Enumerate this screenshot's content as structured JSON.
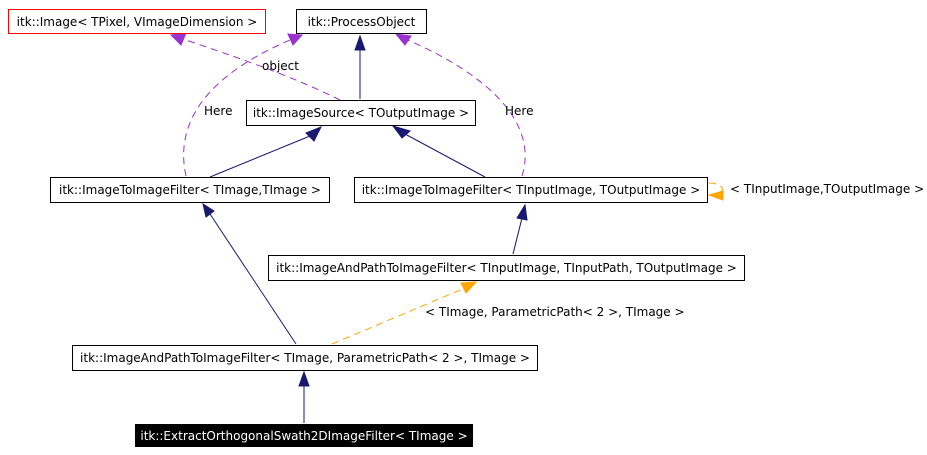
{
  "colors": {
    "inheritance": "#191970",
    "usage": "#9a32cd",
    "template": "#ffa500",
    "highlight_box": "#ff0000"
  },
  "nodes": {
    "image": "itk::Image< TPixel, VImageDimension >",
    "process_object": "itk::ProcessObject",
    "image_source": "itk::ImageSource< TOutputImage >",
    "i2i_timage": "itk::ImageToImageFilter< TImage,TImage >",
    "i2i_input_output": "itk::ImageToImageFilter< TInputImage, TOutputImage >",
    "ap2i_generic": "itk::ImageAndPathToImageFilter< TInputImage, TInputPath, TOutputImage >",
    "ap2i_param": "itk::ImageAndPathToImageFilter< TImage, ParametricPath< 2 >, TImage >",
    "extract": "itk::ExtractOrthogonalSwath2DImageFilter< TImage >"
  },
  "edge_labels": {
    "object": "object",
    "here_left": "Here",
    "here_right": "Here",
    "self_template": "< TInputImage,TOutputImage >",
    "param_template": "< TImage, ParametricPath< 2 >, TImage >"
  }
}
